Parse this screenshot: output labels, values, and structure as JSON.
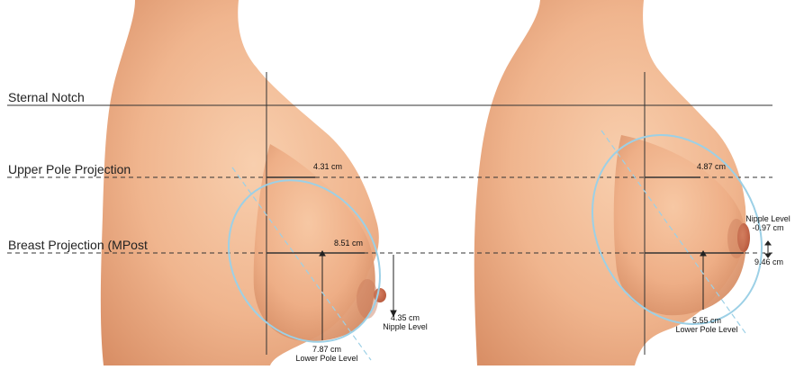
{
  "row_labels": {
    "sternal_notch": "Sternal Notch",
    "upper_pole_projection": "Upper Pole Projection",
    "breast_projection": "Breast Projection (MPost"
  },
  "left_figure": {
    "upper_pole_value": "4.31 cm",
    "breast_projection_value": "8.51 cm",
    "nipple_level_value": "4.35 cm",
    "nipple_level_label": "Nipple Level",
    "lower_pole_value": "7.87 cm",
    "lower_pole_label": "Lower Pole Level"
  },
  "right_figure": {
    "upper_pole_value": "4.87 cm",
    "nipple_level_label": "Nipple Level",
    "nipple_level_value": "-0.97 cm",
    "breast_projection_value": "9.46 cm",
    "lower_pole_value": "5.55 cm",
    "lower_pole_label": "Lower Pole Level"
  },
  "colors": {
    "skin_light": "#f6c7a2",
    "skin_mid": "#e9a67c",
    "skin_dark": "#c97a52",
    "nipple": "#c86a4b",
    "outline_ellipse": "#9cd0e6",
    "guide_line": "#333333"
  }
}
